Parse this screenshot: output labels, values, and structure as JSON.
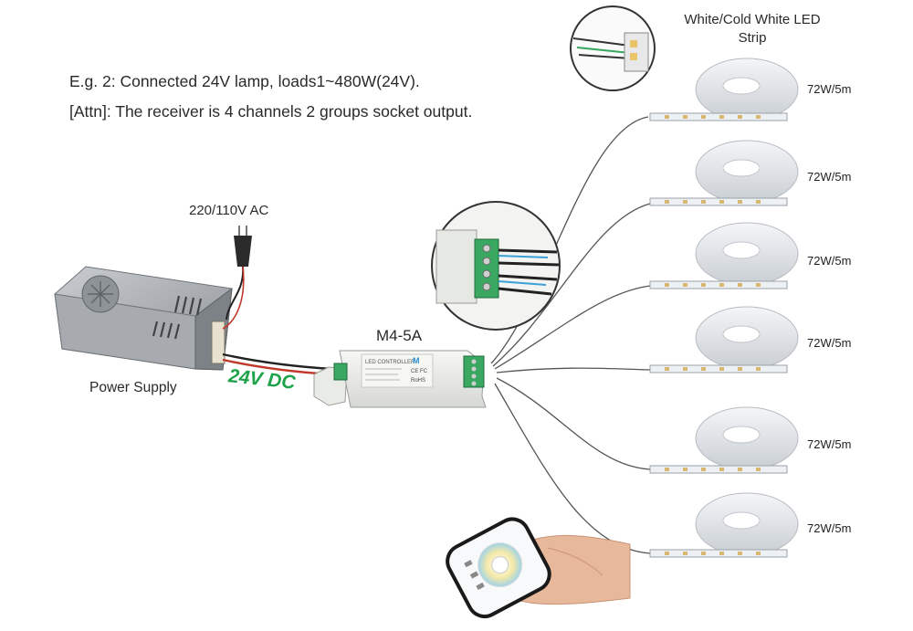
{
  "notes": {
    "line1": "E.g. 2: Connected 24V lamp, loads1~480W(24V).",
    "line2": "[Attn]: The receiver is 4 channels 2 groups socket output."
  },
  "power": {
    "ac_label": "220/110V AC",
    "supply_label": "Power Supply",
    "dc_label": "24V DC"
  },
  "receiver": {
    "model": "M4-5A",
    "printed_brand": "LED CONTROLLER",
    "printed_logo": "M",
    "printed_rohs": "RoHS",
    "printed_ce": "CE FC"
  },
  "strips": {
    "type_label": "White/Cold White LED Strip",
    "items": [
      {
        "power": "72W/5m"
      },
      {
        "power": "72W/5m"
      },
      {
        "power": "72W/5m"
      },
      {
        "power": "72W/5m"
      },
      {
        "power": "72W/5m"
      },
      {
        "power": "72W/5m"
      }
    ]
  },
  "colors": {
    "dc_green": "#1fa34a",
    "terminal_green": "#3aa860",
    "cable": "#444444",
    "strip_white": "#eef1f4"
  }
}
